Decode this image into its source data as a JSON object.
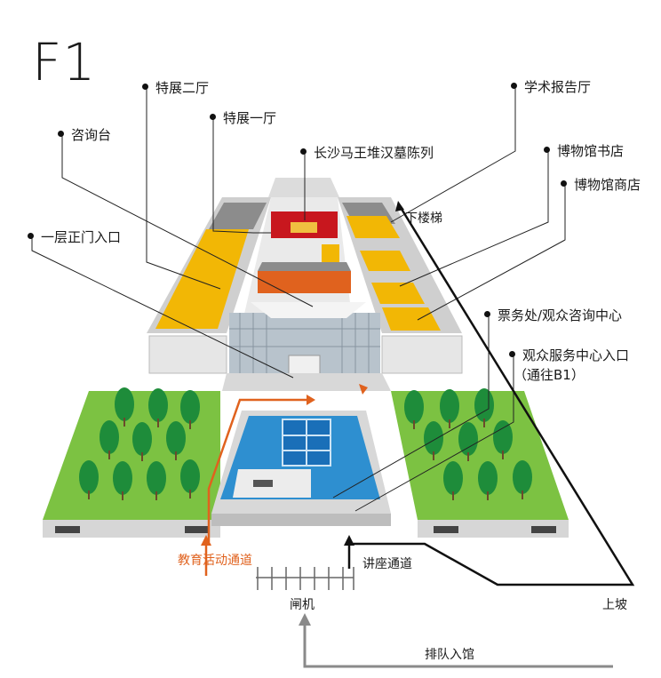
{
  "floor_label": "F1",
  "labels": {
    "exhibition_hall_2": "特展二厅",
    "exhibition_hall_1": "特展一厅",
    "info_desk": "咨询台",
    "mawangdui": "长沙马王堆汉墓陈列",
    "lecture_hall": "学术报告厅",
    "bookstore": "博物馆书店",
    "museum_shop": "博物馆商店",
    "main_entrance": "一层正门入口",
    "ticket_office": "票务处/观众咨询中心",
    "visitor_service": "观众服务中心入口",
    "visitor_service_note": "（通往B1）"
  },
  "route_labels": {
    "stairs_down": "下楼梯",
    "education_channel": "教育活动通道",
    "lecture_channel": "讲座通道",
    "gates": "闸机",
    "ramp_up": "上坡",
    "queue": "排队入馆"
  },
  "colors": {
    "orange_route": "#e0621e",
    "black_route": "#111111",
    "gray_route": "#8a8a8a",
    "yellow_room": "#f2b705",
    "red_room": "#c8171e",
    "lawn": "#7cc242",
    "tree": "#1e8c3a",
    "pool": "#2e8fd0"
  }
}
